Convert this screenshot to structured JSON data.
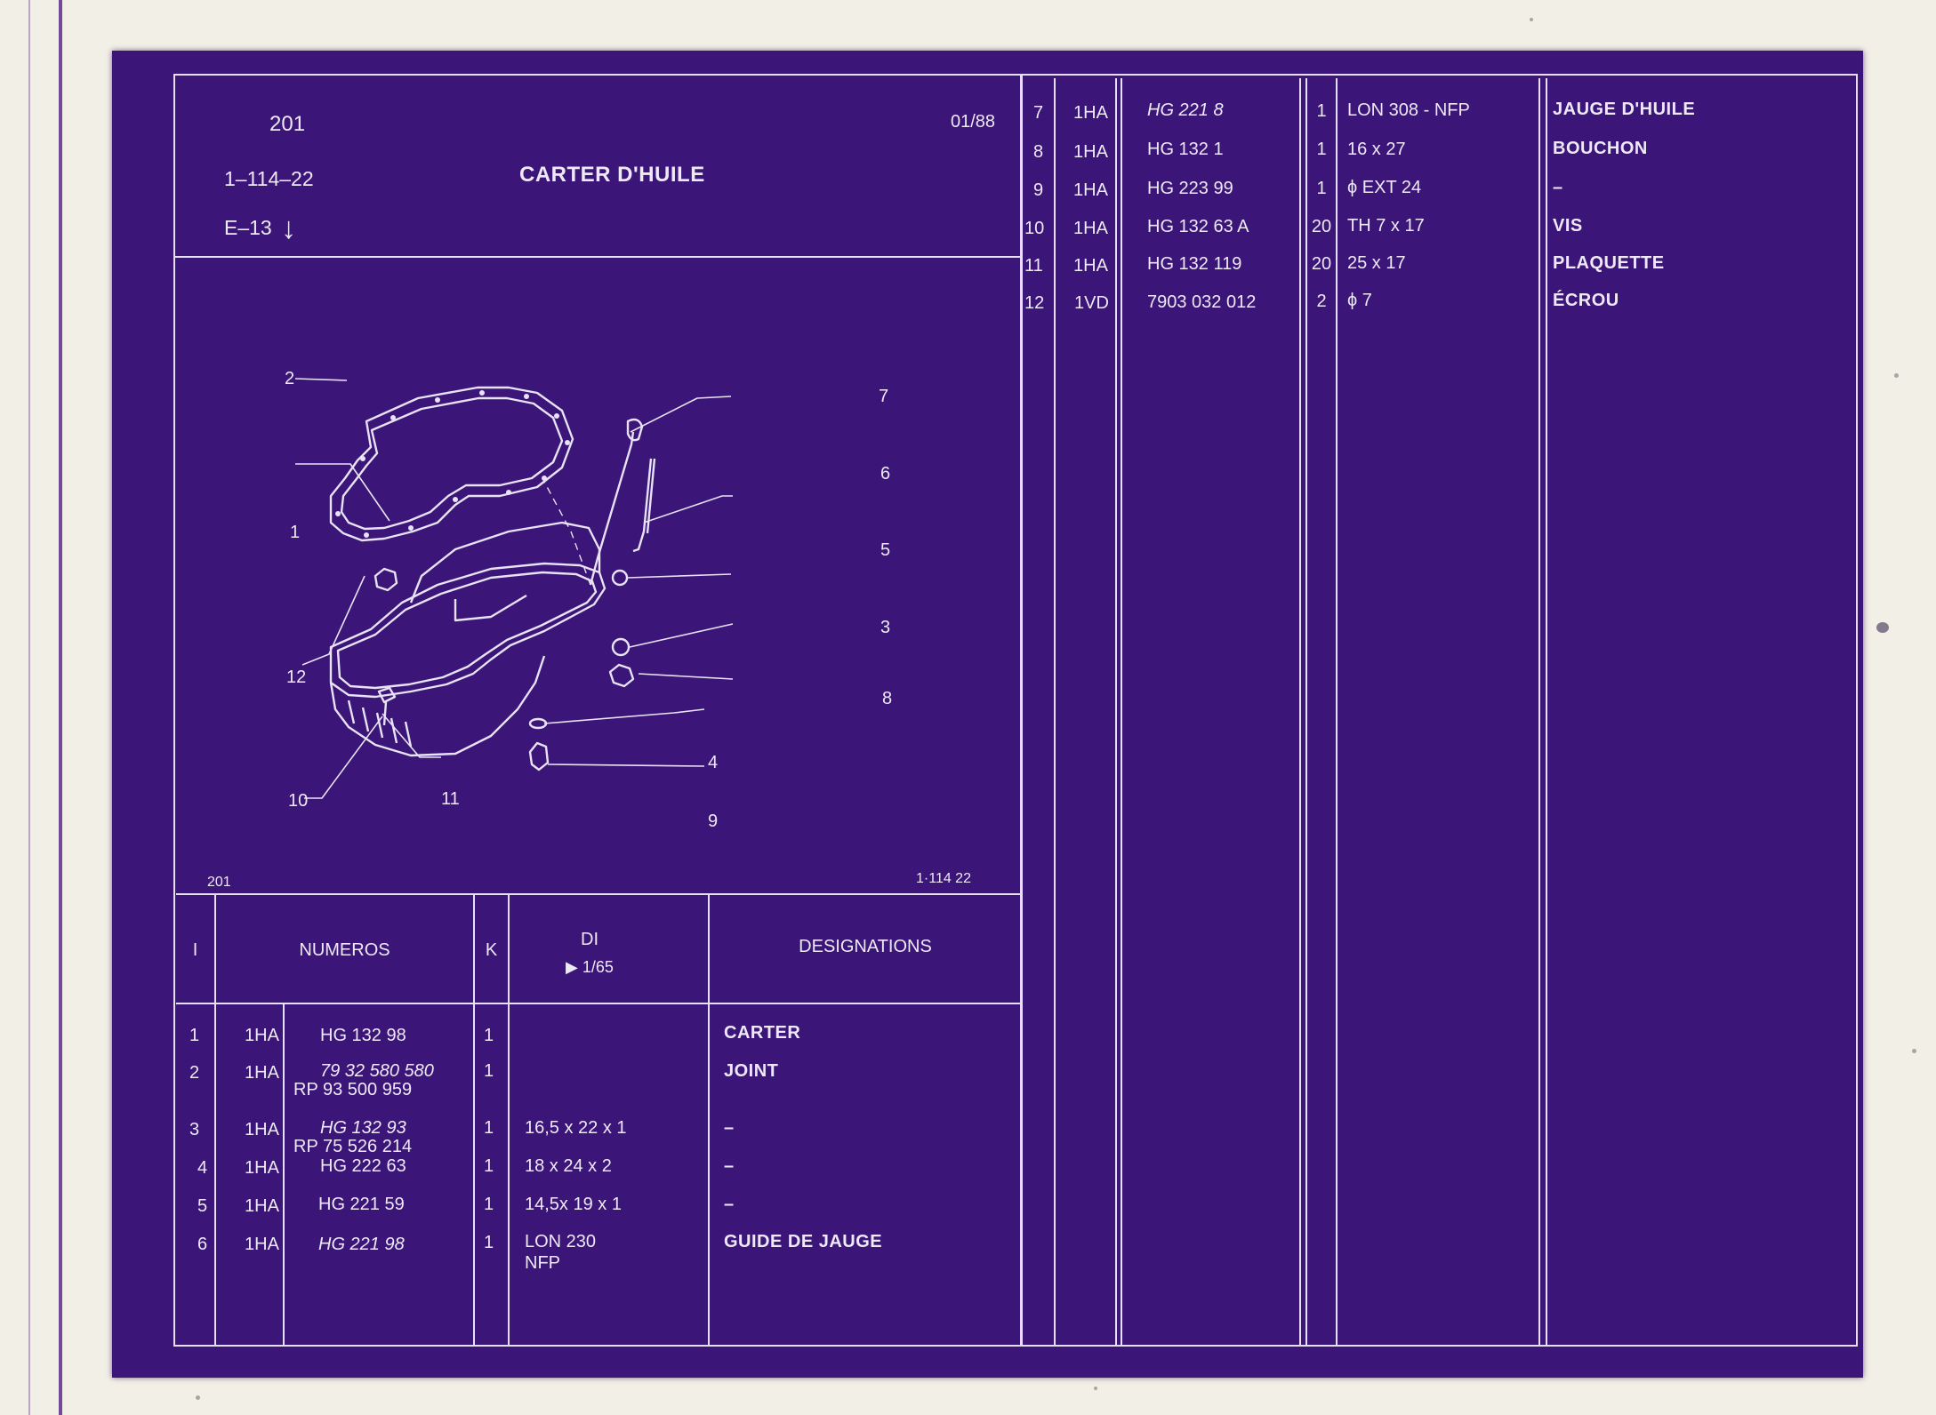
{
  "header": {
    "model": "201",
    "ref": "1–114–22",
    "title": "CARTER D'HUILE",
    "date": "01/88",
    "grid": "E–13",
    "arrow": "↓"
  },
  "drawing": {
    "footer_left": "201",
    "footer_right": "1·114 22",
    "callouts": [
      "1",
      "2",
      "3",
      "4",
      "5",
      "6",
      "7",
      "8",
      "9",
      "10",
      "11",
      "12"
    ]
  },
  "columns": {
    "index": "I",
    "numeros": "NUMEROS",
    "k": "K",
    "di": "DI",
    "di_ratio": "▶  1/65",
    "designations": "DESIGNATIONS"
  },
  "parts_left": [
    {
      "i": "1",
      "code": "1HA",
      "num": "HG  132    98",
      "num2": "",
      "k": "1",
      "di": "",
      "di2": "",
      "des": "CARTER"
    },
    {
      "i": "2",
      "code": "1HA",
      "num": "79  32  580  580",
      "num2": "RP 93  500  959",
      "k": "1",
      "di": "",
      "di2": "",
      "des": "JOINT"
    },
    {
      "i": "3",
      "code": "1HA",
      "num": "HG  132    93",
      "num2": "RP 75  526  214",
      "k": "1",
      "di": "16,5 x 22 x 1",
      "di2": "",
      "des": "–"
    },
    {
      "i": "4",
      "code": "1HA",
      "num": "HG  222  63",
      "num2": "",
      "k": "1",
      "di": "18 x 24 x 2",
      "di2": "",
      "des": "–"
    },
    {
      "i": "5",
      "code": "1HA",
      "num": "HG  221    59",
      "num2": "",
      "k": "1",
      "di": "14,5x 19 x 1",
      "di2": "",
      "des": "–"
    },
    {
      "i": "6",
      "code": "1HA",
      "num": "HG  221    98",
      "num2": "",
      "k": "1",
      "di": "LON 230",
      "di2": "NFP",
      "des": "GUIDE DE JAUGE"
    }
  ],
  "parts_right": [
    {
      "i": "7",
      "code": "1HA",
      "num": "HG  221    8",
      "k": "1",
      "di": "LON 308 - NFP",
      "des": "JAUGE D'HUILE"
    },
    {
      "i": "8",
      "code": "1HA",
      "num": "HG  132     1",
      "k": "1",
      "di": "16 x 27",
      "des": "BOUCHON"
    },
    {
      "i": "9",
      "code": "1HA",
      "num": "HG  223    99",
      "k": "1",
      "di": "ϕ  EXT 24",
      "des": "–"
    },
    {
      "i": "10",
      "code": "1HA",
      "num": "HG  132    63  A",
      "k": "20",
      "di": "TH 7 x 17",
      "des": "VIS"
    },
    {
      "i": "11",
      "code": "1HA",
      "num": "HG  132  119",
      "k": "20",
      "di": "25 x 17",
      "des": "PLAQUETTE"
    },
    {
      "i": "12",
      "code": "1VD",
      "num": "7903  032  012",
      "k": "2",
      "di": "ϕ  7",
      "des": "ÉCROU"
    }
  ],
  "colors": {
    "sheet": "#3b1577",
    "ink": "#eee9f7",
    "paper": "#f2efe6"
  }
}
